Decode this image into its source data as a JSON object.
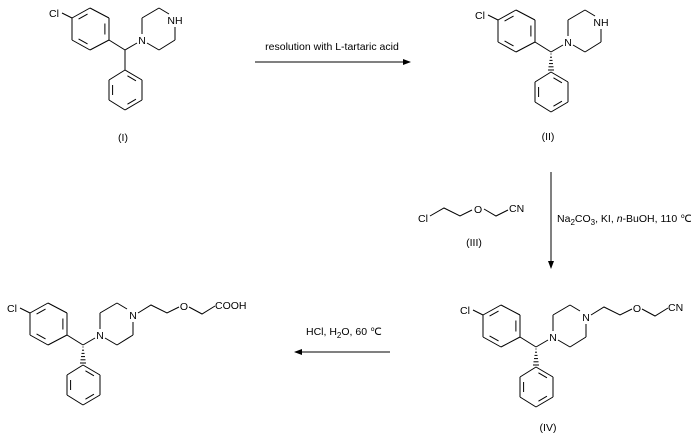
{
  "steps": [
    {
      "reagents": "resolution with L-tartaric acid"
    },
    {
      "reagents_parts": [
        "Na",
        "2",
        "CO",
        "3",
        ", KI, ",
        "n",
        "-BuOH, 110 ℃"
      ]
    },
    {
      "reagents_parts": [
        "HCl, H",
        "2",
        "O, 60 ℃"
      ]
    }
  ],
  "compounds": {
    "I": {
      "label": "(I)",
      "atoms": {
        "cl": "Cl",
        "n1": "N",
        "n4": "NH"
      }
    },
    "II": {
      "label": "(II)",
      "atoms": {
        "cl": "Cl",
        "n1": "N",
        "n4": "NH"
      }
    },
    "III": {
      "label": "(III)",
      "atoms": {
        "cl": "Cl",
        "o": "O",
        "end": "CN"
      }
    },
    "IV": {
      "label": "(IV)",
      "atoms": {
        "cl": "Cl",
        "n1": "N",
        "n4": "N",
        "o": "O",
        "end": "CN"
      }
    },
    "V": {
      "atoms": {
        "cl": "Cl",
        "n1": "N",
        "n4": "N",
        "o": "O",
        "end": "COOH"
      }
    }
  }
}
